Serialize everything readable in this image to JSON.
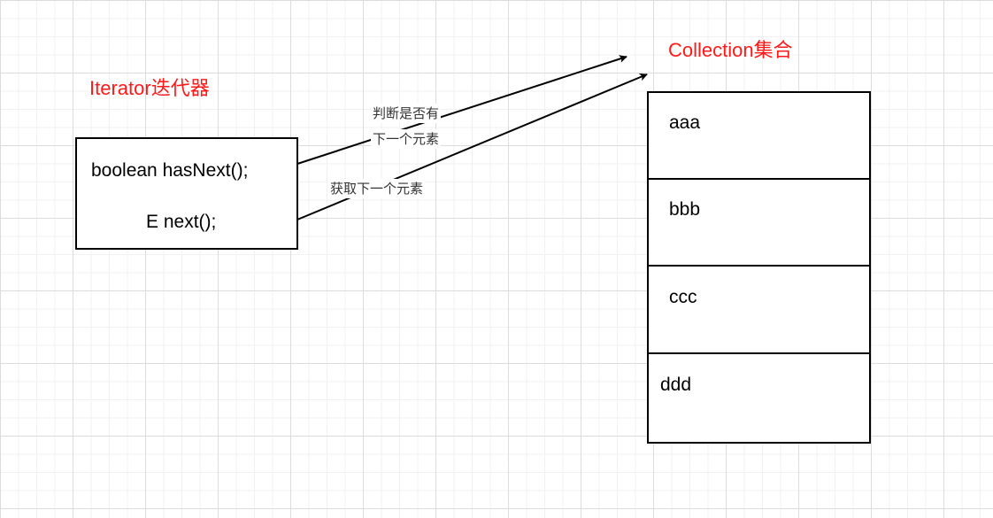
{
  "iterator": {
    "title": "Iterator迭代器",
    "methods": [
      "boolean hasNext();",
      "E next();"
    ]
  },
  "collection": {
    "title": "Collection集合",
    "items": [
      "aaa",
      "bbb",
      "ccc",
      "ddd"
    ]
  },
  "edges": [
    {
      "label_lines": [
        "判断是否有",
        "下一个元素"
      ]
    },
    {
      "label_lines": [
        "获取下一个元素"
      ]
    }
  ],
  "colors": {
    "title_red": "#ff1a1a",
    "stroke": "#000000"
  }
}
